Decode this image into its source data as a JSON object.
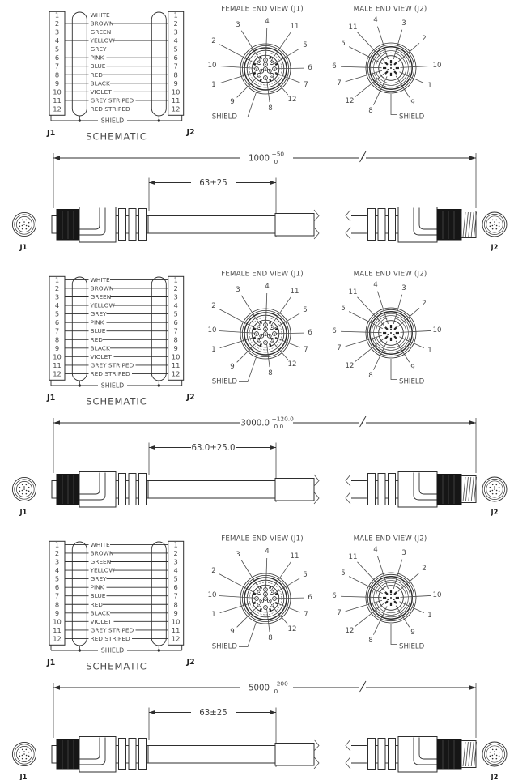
{
  "page": {
    "background": "#ffffff",
    "ink_color": "#2e2e2e",
    "text_color": "#474747"
  },
  "schematic": {
    "caption": "SCHEMATIC",
    "left_label": "J1",
    "right_label": "J2",
    "shield": "SHIELD",
    "wires": [
      {
        "pin": "1",
        "color": "WHITE"
      },
      {
        "pin": "2",
        "color": "BROWN"
      },
      {
        "pin": "3",
        "color": "GREEN"
      },
      {
        "pin": "4",
        "color": "YELLOW"
      },
      {
        "pin": "5",
        "color": "GREY"
      },
      {
        "pin": "6",
        "color": "PINK"
      },
      {
        "pin": "7",
        "color": "BLUE"
      },
      {
        "pin": "8",
        "color": "RED"
      },
      {
        "pin": "9",
        "color": "BLACK"
      },
      {
        "pin": "10",
        "color": "VIOLET"
      },
      {
        "pin": "11",
        "color": "GREY STRIPED"
      },
      {
        "pin": "12",
        "color": "RED STRIPED"
      }
    ]
  },
  "end_views": {
    "female_title": "FEMALE END VIEW (J1)",
    "male_title": "MALE END VIEW (J2)",
    "shield": "SHIELD",
    "pin_labels": [
      "1",
      "2",
      "3",
      "4",
      "5",
      "6",
      "7",
      "8",
      "9",
      "10",
      "11",
      "12"
    ]
  },
  "sections": [
    {
      "overall": "1000",
      "tol_up": "+50",
      "tol_dn": "0",
      "inner": "63±25",
      "j1": "J1",
      "j2": "J2"
    },
    {
      "overall": "3000.0",
      "tol_up": "+120.0",
      "tol_dn": "0.0",
      "inner": "63.0±25.0",
      "j1": "J1",
      "j2": "J2"
    },
    {
      "overall": "5000",
      "tol_up": "+200",
      "tol_dn": "0",
      "inner": "63±25",
      "j1": "J1",
      "j2": "J2"
    }
  ]
}
